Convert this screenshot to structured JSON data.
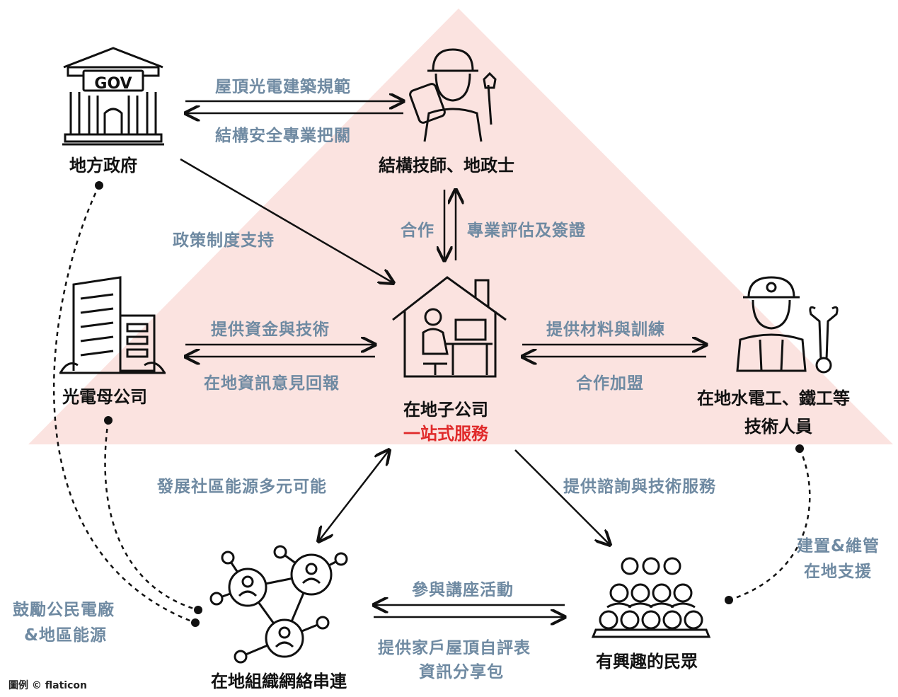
{
  "nodes": {
    "gov": "地方政府",
    "engineer": "結構技師、地政士",
    "parent": "光電母公司",
    "local_sub": "在地子公司",
    "one_stop": "一站式服務",
    "tech_line1": "在地水電工、鐵工等",
    "tech_line2": "技術人員",
    "network": "在地組織網絡串連",
    "public": "有興趣的民眾"
  },
  "gov_icon_text": "GOV",
  "edges": {
    "gov_to_eng": "屋頂光電建築規範",
    "eng_to_gov": "結構安全專業把關",
    "policy": "政策制度支持",
    "coop": "合作",
    "assess": "專業評估及簽證",
    "fund": "提供資金與技術",
    "feedback": "在地資訊意見回報",
    "materials": "提供材料與訓練",
    "franchise": "合作加盟",
    "develop": "發展社區能源多元可能",
    "consult": "提供諮詢與技術服務",
    "lectures": "參與講座活動",
    "selfeval_line1": "提供家戶屋頂自評表",
    "selfeval_line2": "資訊分享包",
    "support_line1": "建置&維管",
    "support_line2": "在地支援",
    "encourage_line1": "鼓勵公民電廠",
    "encourage_line2": "&地區能源"
  },
  "credit": "圖例 © flaticon",
  "colors": {
    "triangle": "#fbe3e0",
    "edge_text": "#6f8aa2",
    "accent_red": "#e02a2a",
    "line": "#111111"
  }
}
